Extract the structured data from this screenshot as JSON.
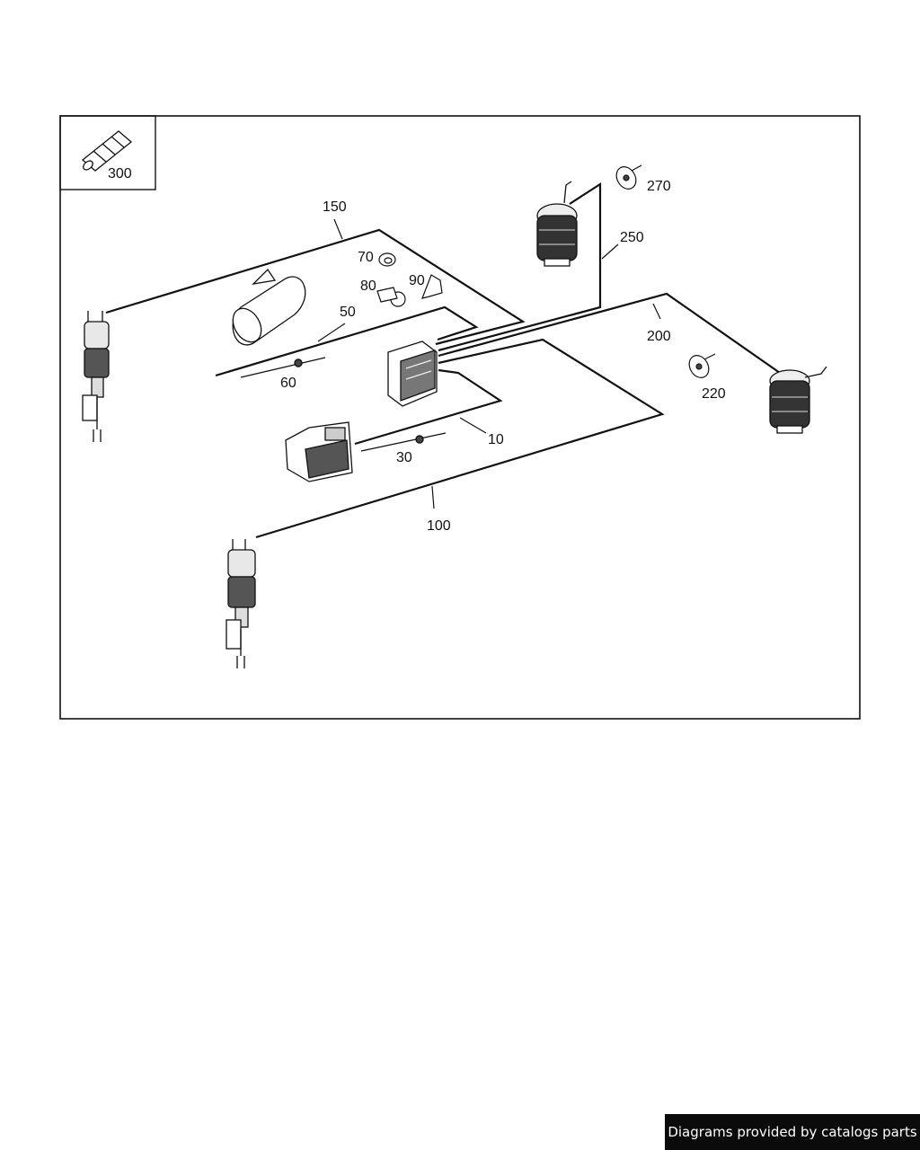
{
  "diagram": {
    "callouts": {
      "p300": "300",
      "p150": "150",
      "p70": "70",
      "p80": "80",
      "p90": "90",
      "p50": "50",
      "p60": "60",
      "p10": "10",
      "p30": "30",
      "p100": "100",
      "p200": "200",
      "p220": "220",
      "p250": "250",
      "p270": "270"
    }
  },
  "footer": {
    "text": "Diagrams provided by catalogs parts"
  }
}
